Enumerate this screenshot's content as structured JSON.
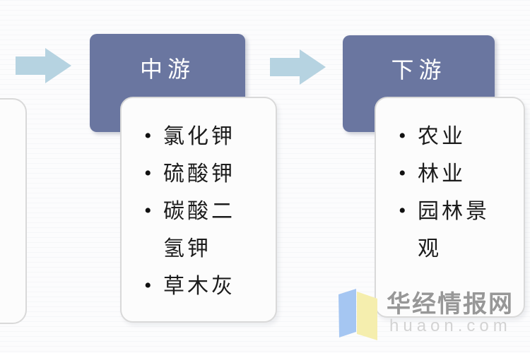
{
  "stages": [
    {
      "id": "upstream-partial",
      "header": "",
      "items": []
    },
    {
      "id": "midstream",
      "header": "中游",
      "items": [
        "氯化钾",
        "硫酸钾",
        "碳酸二氢钾",
        "草木灰"
      ]
    },
    {
      "id": "downstream",
      "header": "下游",
      "items": [
        "农业",
        "林业",
        "园林景观"
      ]
    }
  ],
  "watermark": {
    "brand": "华经情报网",
    "domain": "huaon.com"
  },
  "colors": {
    "header_bg": "#6a76a0",
    "header_text": "#ffffff",
    "arrow": "#b6d3e1",
    "box_bg": "#fcfcfc",
    "box_border": "#d9d9d9",
    "list_text": "#1c1c1c",
    "watermark_brand": "#979797",
    "watermark_domain": "#d3d3d3",
    "logo_blue": "#a5c6f2",
    "logo_yellow": "#f5eeae"
  }
}
